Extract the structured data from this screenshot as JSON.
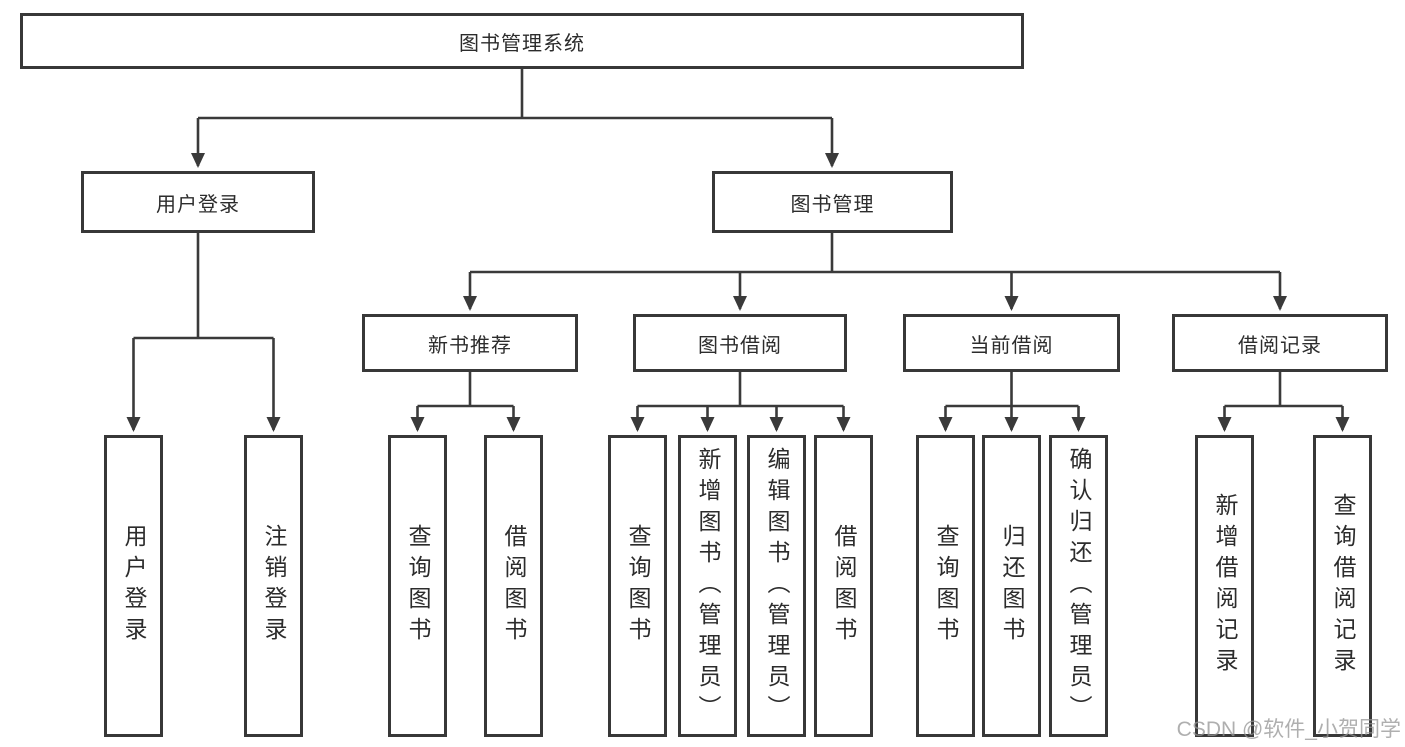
{
  "diagram": {
    "type": "hierarchy-tree",
    "tree": {
      "root": {
        "label": "图书管理系统"
      },
      "branches": [
        {
          "label": "用户登录",
          "children": [
            {
              "label": "用户登录"
            },
            {
              "label": "注销登录"
            }
          ]
        },
        {
          "label": "图书管理",
          "children": [
            {
              "label": "新书推荐",
              "children": [
                {
                  "label": "查询图书"
                },
                {
                  "label": "借阅图书"
                }
              ]
            },
            {
              "label": "图书借阅",
              "children": [
                {
                  "label": "查询图书"
                },
                {
                  "label": "新增图书（管理员）"
                },
                {
                  "label": "编辑图书（管理员）"
                },
                {
                  "label": "借阅图书"
                }
              ]
            },
            {
              "label": "当前借阅",
              "children": [
                {
                  "label": "查询图书"
                },
                {
                  "label": "归还图书"
                },
                {
                  "label": "确认归还（管理员）"
                }
              ]
            },
            {
              "label": "借阅记录",
              "children": [
                {
                  "label": "新增借阅记录"
                },
                {
                  "label": "查询借阅记录"
                }
              ]
            }
          ]
        }
      ]
    },
    "colors": {
      "line": "#3a3a3a",
      "box_border": "#383838",
      "text": "#2c2c2c",
      "watermark": "#949494",
      "background": "#ffffff"
    }
  },
  "watermark": {
    "text": "CSDN @软件_小贺同学"
  }
}
